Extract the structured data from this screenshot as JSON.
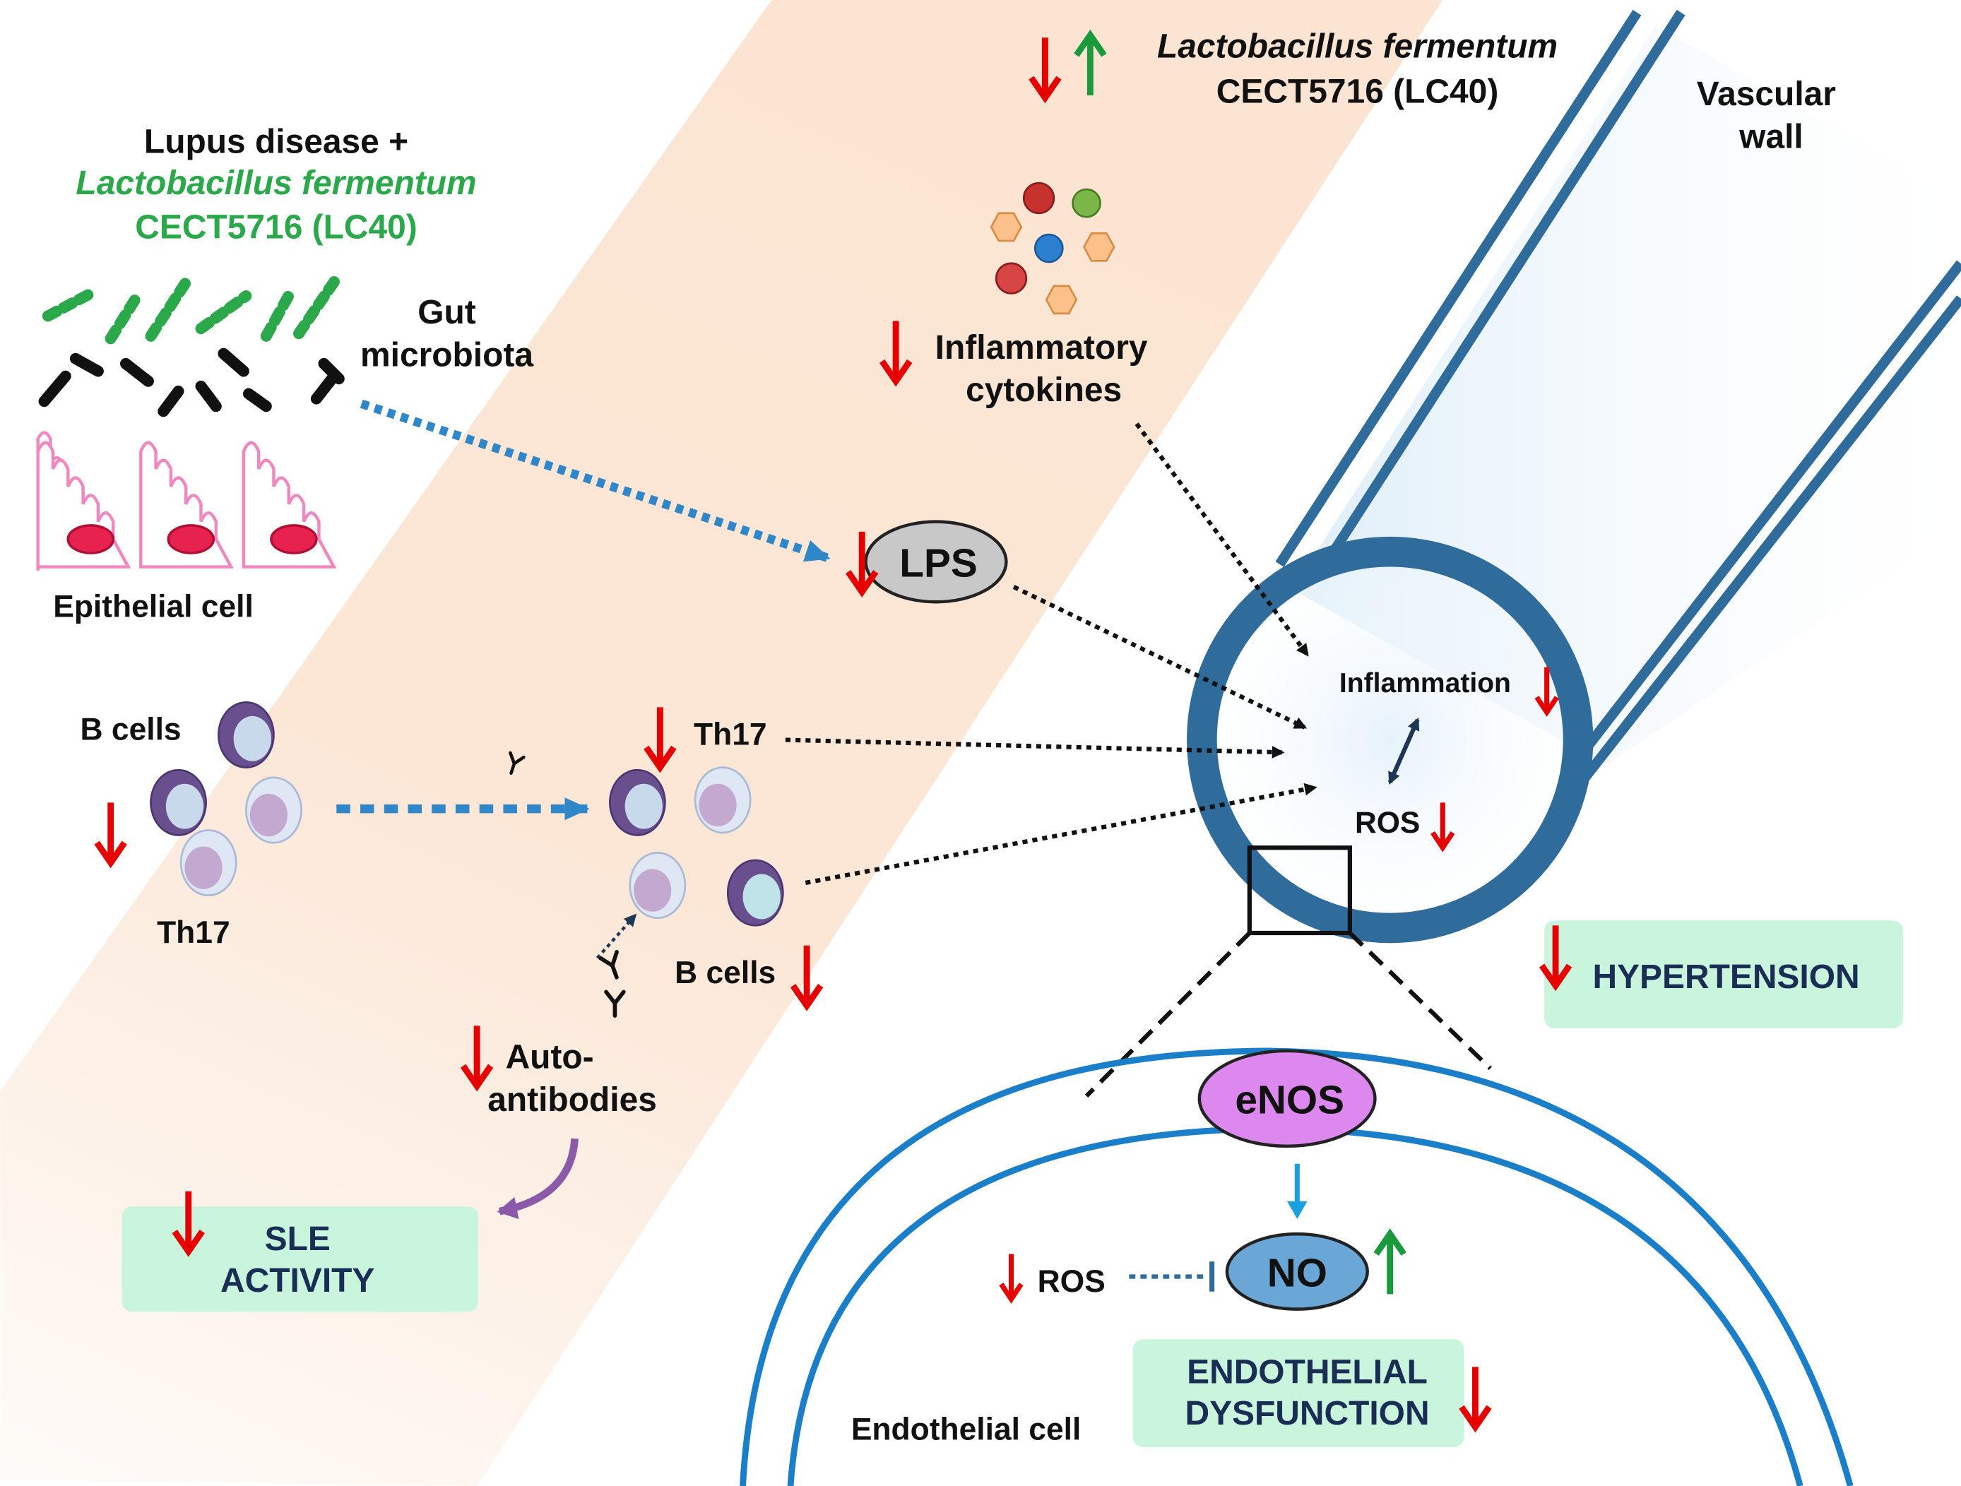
{
  "colors": {
    "up_arrow": "#1a9a3a",
    "down_arrow": "#e60000",
    "probiotic_text": "#2aa84a",
    "vessel": "#2f6c9c",
    "blue_dotted": "#2f86c9",
    "box_fill": "#c8f5dc",
    "enos_fill": "#dd88ee",
    "no_fill": "#6aa6d6",
    "sle_curve": "#8a5aa8",
    "band": "#fbe3d0"
  },
  "header": {
    "probiotic_name": "Lactobacillus fermentum",
    "probiotic_strain": "CECT5716 (LC40)",
    "effect_arrows": [
      "arrow-down-icon",
      "arrow-up-icon"
    ]
  },
  "vascular": {
    "label_line1": "Vascular",
    "label_line2": "wall"
  },
  "gut": {
    "title_line1": "Lupus disease +",
    "title_line2": "Lactobacillus fermentum",
    "title_line3": "CECT5716 (LC40)",
    "microbiota_line1": "Gut",
    "microbiota_line2": "microbiota",
    "epithelial_label": "Epithelial cell"
  },
  "cytokines": {
    "line1": "Inflammatory",
    "line2": "cytokines"
  },
  "lps": {
    "label": "LPS"
  },
  "left_cells": {
    "b_cells": "B cells",
    "th17": "Th17"
  },
  "mid_cells": {
    "th17": "Th17",
    "b_cells": "B cells",
    "autoantibodies_line1": "Auto-",
    "autoantibodies_line2": "antibodies"
  },
  "vessel_core": {
    "inflammation": "Inflammation",
    "ros": "ROS"
  },
  "boxes": {
    "sle_line1": "SLE",
    "sle_line2": "ACTIVITY",
    "hypertension": "HYPERTENSION",
    "endo_line1": "ENDOTHELIAL",
    "endo_line2": "DYSFUNCTION"
  },
  "endothelial": {
    "enos": "eNOS",
    "no": "NO",
    "ros": "ROS",
    "cell_label": "Endothelial cell"
  }
}
